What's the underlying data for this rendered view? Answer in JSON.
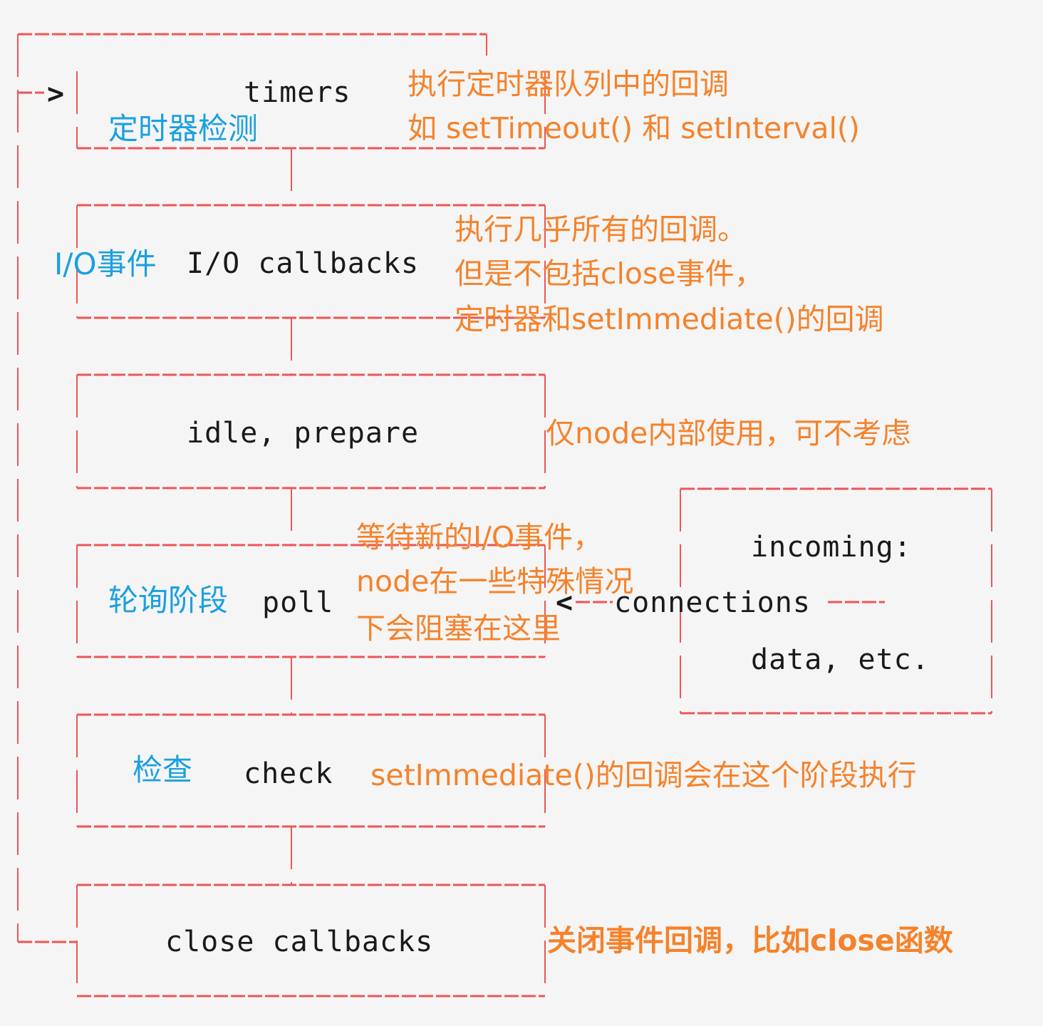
{
  "title": "Node.js event loop phases",
  "colors": {
    "background": "#f5f5f5",
    "box_border": "#ee5555",
    "phase_text": "#1a1a1a",
    "chinese_label": "#1aa0e0",
    "annotation": "#f5822a"
  },
  "phases": [
    {
      "name": "timers",
      "label_cn": "定时器检测",
      "annotation": [
        "执行定时器队列中的回调",
        "如 setTimeout() 和 setInterval()"
      ]
    },
    {
      "name": "I/O callbacks",
      "label_cn": "I/O事件",
      "annotation": [
        "执行几乎所有的回调。",
        "但是不包括close事件，",
        "定时器和setImmediate()的回调"
      ]
    },
    {
      "name": "idle, prepare",
      "label_cn": "",
      "annotation": [
        "仅node内部使用，可不考虑"
      ]
    },
    {
      "name": "poll",
      "label_cn": "轮询阶段",
      "annotation": [
        "等待新的I/O事件，",
        "node在一些特殊情况",
        "下会阻塞在这里"
      ]
    },
    {
      "name": "check",
      "label_cn": "检查",
      "annotation": [
        "setImmediate()的回调会在这个阶段执行"
      ]
    },
    {
      "name": "close callbacks",
      "label_cn": "",
      "annotation": [
        "关闭事件回调，比如close函数"
      ]
    }
  ],
  "incoming": {
    "lines": [
      "incoming:",
      "connections",
      "data, etc."
    ],
    "arrow": "<"
  },
  "loop_arrow": ">"
}
